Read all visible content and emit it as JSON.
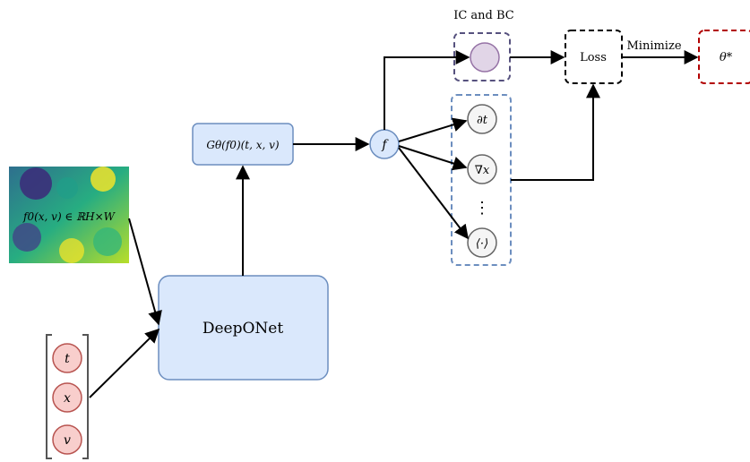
{
  "labels": {
    "ic_bc": "IC and BC",
    "loss": "Loss",
    "minimize": "Minimize",
    "theta_star": "θ*",
    "operator": "Gθ(f0)(t, x, v)",
    "f_node": "f",
    "deeponet": "DeepONet",
    "heatmap_label": "f0(x, v) ∈ ℝH×W"
  },
  "derivatives": [
    "∂t",
    "∇x",
    "⋮",
    "⟨·⟩"
  ],
  "inputs": [
    "t",
    "x",
    "v"
  ],
  "colors": {
    "blue_fill": "#dae8fc",
    "blue_stroke": "#6c8ebf",
    "red_fill": "#f8cecc",
    "red_stroke": "#b85450",
    "purple_fill": "#e1d5e7",
    "purple_stroke": "#9673a6",
    "dashed_purple": "#56517e",
    "dashed_red": "#b20000",
    "gray_fill": "#f5f5f5",
    "gray_stroke": "#666666"
  }
}
